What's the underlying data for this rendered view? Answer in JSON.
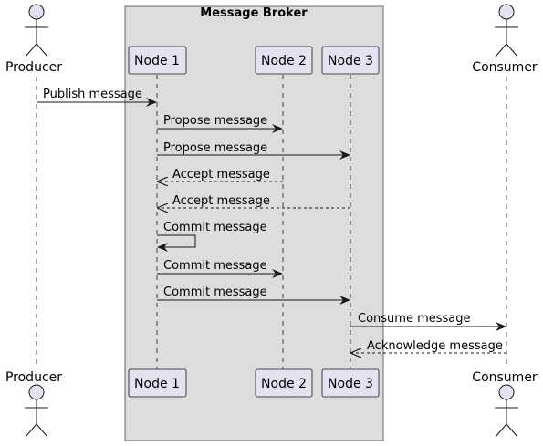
{
  "group": {
    "title": "Message Broker"
  },
  "actors": {
    "producer": "Producer",
    "consumer": "Consumer"
  },
  "participants": {
    "node1": "Node 1",
    "node2": "Node 2",
    "node3": "Node 3"
  },
  "messages": [
    {
      "from": "Producer",
      "to": "Node 1",
      "text": "Publish message",
      "style": "solid"
    },
    {
      "from": "Node 1",
      "to": "Node 2",
      "text": "Propose message",
      "style": "solid"
    },
    {
      "from": "Node 1",
      "to": "Node 3",
      "text": "Propose message",
      "style": "solid"
    },
    {
      "from": "Node 2",
      "to": "Node 1",
      "text": "Accept message",
      "style": "dashed"
    },
    {
      "from": "Node 3",
      "to": "Node 1",
      "text": "Accept message",
      "style": "dashed"
    },
    {
      "from": "Node 1",
      "to": "Node 1",
      "text": "Commit message",
      "style": "solid"
    },
    {
      "from": "Node 1",
      "to": "Node 2",
      "text": "Commit message",
      "style": "solid"
    },
    {
      "from": "Node 1",
      "to": "Node 3",
      "text": "Commit message",
      "style": "solid"
    },
    {
      "from": "Node 3",
      "to": "Consumer",
      "text": "Consume message",
      "style": "solid"
    },
    {
      "from": "Consumer",
      "to": "Node 3",
      "text": "Acknowledge message",
      "style": "dashed"
    }
  ],
  "colors": {
    "group_fill": "#dddddd",
    "group_border": "#666666",
    "participant_fill": "#e2e2f0",
    "participant_border": "#181818",
    "lifeline": "#181818",
    "arrow": "#181818"
  }
}
